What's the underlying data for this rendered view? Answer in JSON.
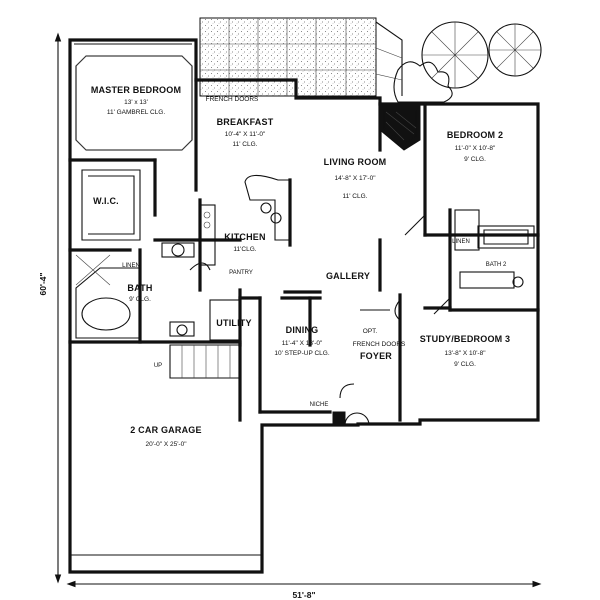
{
  "rooms": {
    "master_bedroom": {
      "name": "MASTER BEDROOM",
      "size": "13' x 13'",
      "ceiling": "11' GAMBREL CLG."
    },
    "breakfast": {
      "name": "BREAKFAST",
      "size": "10'-4\" X 11'-0\"",
      "ceiling": "11' CLG."
    },
    "french_doors": "FRENCH DOORS",
    "living_room": {
      "name": "LIVING ROOM",
      "size": "14'-8\" X 17'-0\"",
      "ceiling": "11' CLG."
    },
    "bedroom2": {
      "name": "BEDROOM 2",
      "size": "11'-0\" X 10'-8\"",
      "ceiling": "9' CLG."
    },
    "wic": "W.I.C.",
    "kitchen": {
      "name": "KITCHEN",
      "ceiling": "11'CLG."
    },
    "linen_left": "LINEN",
    "linen_right": "LINEN",
    "pantry": "PANTRY",
    "bath": {
      "name": "BATH",
      "ceiling": "9' CLG."
    },
    "bath2": "BATH 2",
    "gallery": "GALLERY",
    "utility": "UTILITY",
    "dining": {
      "name": "DINING",
      "size": "11'-4\" X 13'-0\"",
      "ceiling": "10' STEP-UP CLG."
    },
    "opt_french_doors": {
      "line1": "OPT.",
      "line2": "FRENCH DOORS"
    },
    "study": {
      "name": "STUDY/BEDROOM 3",
      "size": "13'-8\" X 10'-8\"",
      "ceiling": "9' CLG."
    },
    "foyer": "FOYER",
    "up": "UP",
    "niche": "NICHE",
    "garage": {
      "name": "2 CAR GARAGE",
      "size": "20'-0\"  X  25'-0\""
    }
  },
  "dimensions": {
    "depth": "60'-4\"",
    "width": "51'-8\""
  }
}
